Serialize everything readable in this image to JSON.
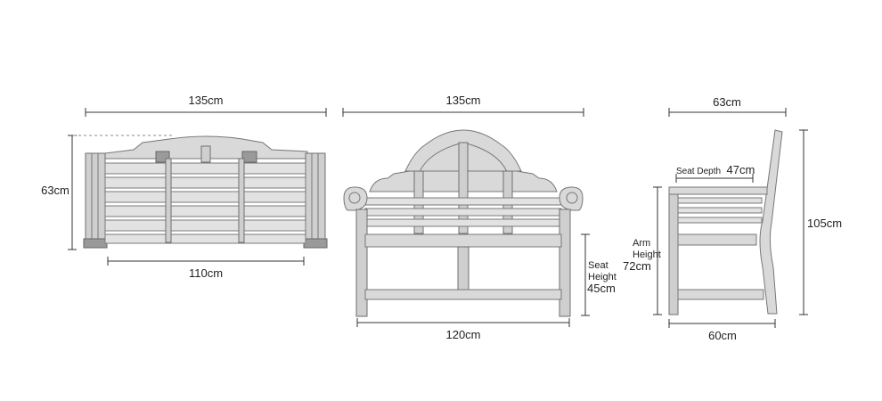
{
  "diagram": {
    "top_view": {
      "width_top": "135cm",
      "depth_side": "63cm",
      "width_bottom": "110cm"
    },
    "front_view": {
      "width_top": "135cm",
      "seat_height_label_1": "Seat",
      "seat_height_label_2": "Height",
      "seat_height_value": "45cm",
      "width_bottom": "120cm"
    },
    "side_view": {
      "depth_top": "63cm",
      "seat_depth_label": "Seat Depth",
      "seat_depth_value": "47cm",
      "arm_height_label_1": "Arm",
      "arm_height_label_2": "Height",
      "arm_height_value": "72cm",
      "overall_height": "105cm",
      "depth_bottom": "60cm"
    }
  }
}
